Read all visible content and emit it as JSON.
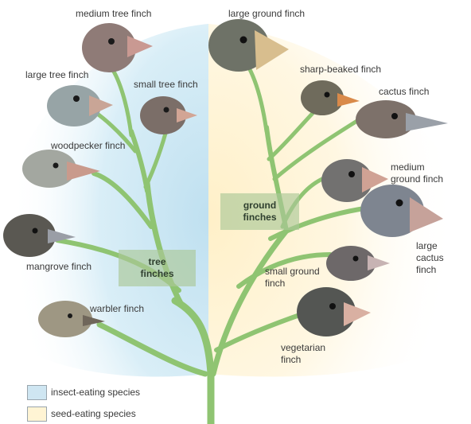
{
  "colors": {
    "insect_bg": "#cfe6f2",
    "seed_bg": "#fff4d4",
    "branch": "#8fc472",
    "group_box": "#a9c99a"
  },
  "finches": {
    "medium_tree": "medium tree finch",
    "large_tree": "large tree finch",
    "small_tree": "small tree finch",
    "woodpecker": "woodpecker finch",
    "mangrove": "mangrove finch",
    "warbler": "warbler finch",
    "large_ground": "large ground finch",
    "sharp_beaked": "sharp-beaked finch",
    "cactus": "cactus finch",
    "medium_ground": "medium ground finch",
    "large_cactus": "large cactus finch",
    "small_ground": "small ground finch",
    "vegetarian": "vegetarian finch"
  },
  "groups": {
    "tree": "tree finches",
    "ground": "ground finches"
  },
  "legend": {
    "insect": "insect-eating species",
    "seed": "seed-eating species"
  }
}
